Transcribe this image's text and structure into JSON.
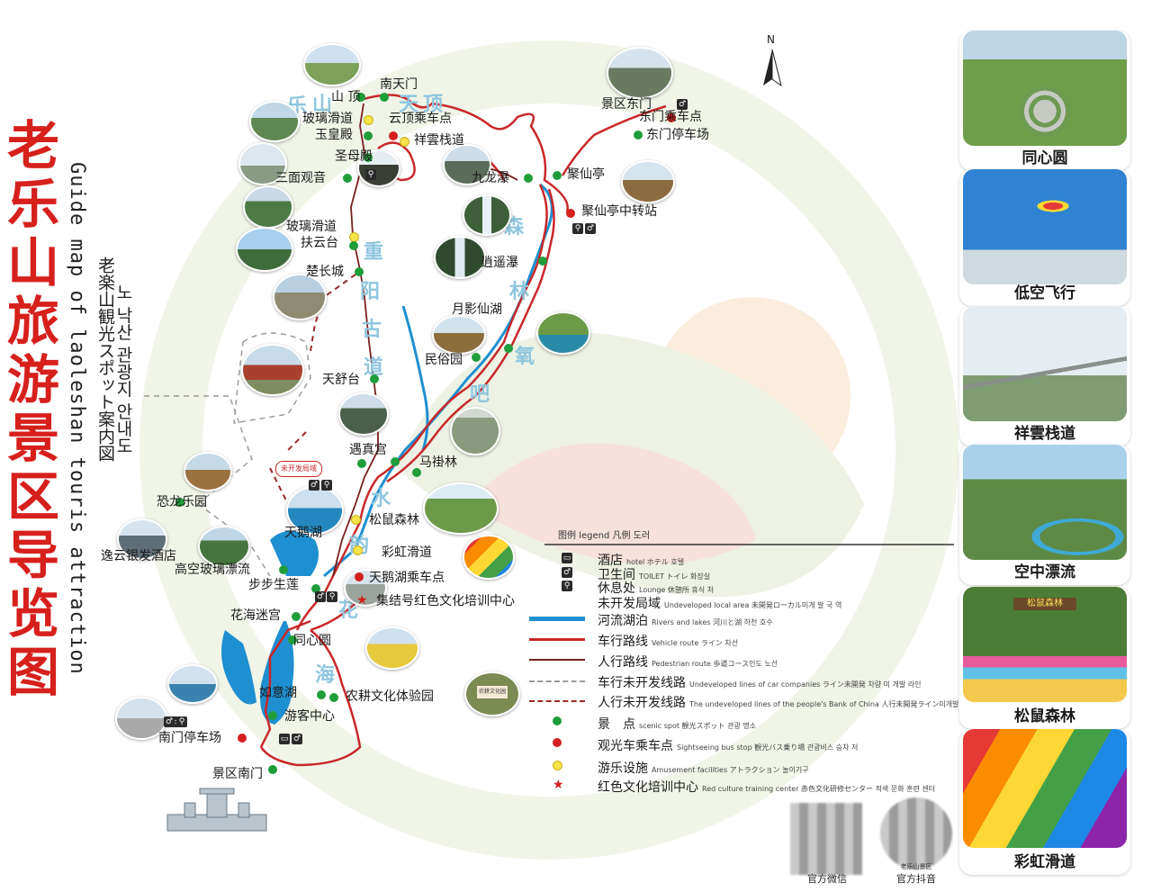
{
  "title": {
    "main": "老乐山旅游景区导览图",
    "english": "Guide map of laoleshan touris attraction",
    "japanese": "老楽山観光スポット案内図",
    "korean": "노 낙산 관광지 안내도"
  },
  "north_label": "N",
  "spots": [
    {
      "id": "nantianmen",
      "label": "南天门"
    },
    {
      "id": "shanding",
      "label": "山 顶"
    },
    {
      "id": "boli-huadao-top",
      "label": "玻璃滑道"
    },
    {
      "id": "yundingchengchedian",
      "label": "云顶乘车点"
    },
    {
      "id": "yuhuangdian",
      "label": "玉皇殿"
    },
    {
      "id": "xiangyunzhandao",
      "label": "祥雲栈道"
    },
    {
      "id": "shengmudian",
      "label": "圣母殿"
    },
    {
      "id": "sanmianguanyin",
      "label": "三面观音"
    },
    {
      "id": "jiulongpu",
      "label": "九龙瀑"
    },
    {
      "id": "juxianting",
      "label": "聚仙亭"
    },
    {
      "id": "juxianting-zhuanzhan",
      "label": "聚仙亭中转站"
    },
    {
      "id": "jingqu-dongmen",
      "label": "景区东门"
    },
    {
      "id": "dongmen-chengchedian",
      "label": "东门乘车点"
    },
    {
      "id": "dongmen-tingchechang",
      "label": "东门停车场"
    },
    {
      "id": "boli-huadao-mid",
      "label": "玻璃滑道"
    },
    {
      "id": "fuyuntai",
      "label": "扶云台"
    },
    {
      "id": "xiaoyaopu",
      "label": "逍遥瀑"
    },
    {
      "id": "chuchangcheng",
      "label": "楚长城"
    },
    {
      "id": "yueyingxianhu",
      "label": "月影仙湖"
    },
    {
      "id": "minsuyuan",
      "label": "民俗园"
    },
    {
      "id": "tianshutai",
      "label": "天舒台"
    },
    {
      "id": "yuzhengong",
      "label": "遇真宫"
    },
    {
      "id": "maguailin",
      "label": "马褂林"
    },
    {
      "id": "weikaifa-ju",
      "label": "未开发局域"
    },
    {
      "id": "konglong-leyuan",
      "label": "恐龙乐园"
    },
    {
      "id": "songshu-senlin",
      "label": "松鼠森林"
    },
    {
      "id": "tianehu",
      "label": "天鹅湖"
    },
    {
      "id": "caihong-huadao",
      "label": "彩虹滑道"
    },
    {
      "id": "yiyun-yinfa-jiudian",
      "label": "逸云银发酒店"
    },
    {
      "id": "gaokong-boli-piaoliu",
      "label": "高空玻璃漂流"
    },
    {
      "id": "tianehu-chengchedian",
      "label": "天鹅湖乘车点"
    },
    {
      "id": "bubushenglian",
      "label": "步步生莲"
    },
    {
      "id": "jijiehao",
      "label": "集结号红色文化培训中心"
    },
    {
      "id": "huahai-migong",
      "label": "花海迷宫"
    },
    {
      "id": "tongxinyuan",
      "label": "同心圆"
    },
    {
      "id": "ruyihu",
      "label": "如意湖"
    },
    {
      "id": "nonggeng",
      "label": "农耕文化体验园"
    },
    {
      "id": "youke-zhongxin",
      "label": "游客中心"
    },
    {
      "id": "nanmen-tingchechang",
      "label": "南门停车场"
    },
    {
      "id": "jingqu-nanmen",
      "label": "景区南门"
    }
  ],
  "route_words": {
    "top": [
      "乐",
      "山",
      "天",
      "顶"
    ],
    "middle": [
      "重",
      "阳",
      "古",
      "道"
    ],
    "right": [
      "森",
      "林",
      "氧",
      "吧"
    ],
    "bottom": [
      "水",
      "韵",
      "花",
      "海"
    ]
  },
  "badge_undeveloped": "未开发局域",
  "legend": {
    "title": "图例 legend 凡例 도러",
    "rows": [
      {
        "key": "hotel",
        "cn": "酒店",
        "sub": "hotel ホテル 호텔"
      },
      {
        "key": "toilet",
        "cn": "卫生间",
        "sub": "TOILET トイレ 화장실"
      },
      {
        "key": "lounge",
        "cn": "休息处",
        "sub": "Lounge 休憩所 휴식 처"
      },
      {
        "key": "undeveloped-area",
        "cn": "未开发局域",
        "sub": "Undeveloped local area 未開発ローカル미개 발 국 역"
      },
      {
        "key": "rivers",
        "cn": "河流湖泊",
        "sub": "Rivers and lakes 河川と湖 하천 호수"
      },
      {
        "key": "vehicle",
        "cn": "车行路线",
        "sub": "Vehicle route ライン 차선"
      },
      {
        "key": "pedestrian",
        "cn": "人行路线",
        "sub": "Pedestrian route 歩道コース인도 노선"
      },
      {
        "key": "undev-vehicle",
        "cn": "车行未开发线路",
        "sub": "Undeveloped lines of car companies ライン未開発 차량 미 개발 라인"
      },
      {
        "key": "undev-pedestrian",
        "cn": "人行未开发线路",
        "sub": "The undeveloped lines of the people's Bank of China 人行未開発ライン미개발 라인"
      },
      {
        "key": "scenic-spot",
        "cn": "景　点",
        "sub": "scenic spot 観光スポット 관광 명소"
      },
      {
        "key": "bus-stop",
        "cn": "观光车乘车点",
        "sub": "Sightseeing bus stop 観光バス乗り場 관광비스 승차 저"
      },
      {
        "key": "amusement",
        "cn": "游乐设施",
        "sub": "Amusement facilities アトラクション 놀이기구"
      },
      {
        "key": "red-culture",
        "cn": "红色文化培训中心",
        "sub": "Red culture training center 赤色文化研修センター 적색 문화 훈련 센터"
      }
    ]
  },
  "side_panels": [
    {
      "caption": "同心圆"
    },
    {
      "caption": "低空飞行"
    },
    {
      "caption": "祥雲栈道"
    },
    {
      "caption": "空中漂流"
    },
    {
      "caption": "松鼠森林"
    },
    {
      "caption": "彩虹滑道"
    }
  ],
  "thumb_sign_text": "农耕文化园",
  "squirrel_sign": "松鼠森林",
  "qr": {
    "wechat_label": "官方微信",
    "douyin_small": "老乐山景区",
    "douyin_label": "官方抖音"
  },
  "colors": {
    "vehicle_route": "#c8282a",
    "pedestrian_route": "#7a1f1f",
    "river": "#1e8fd0",
    "spot_green": "#1f9d3a",
    "bus_red": "#d41f1f",
    "amusement_yellow": "#f6e24a",
    "title_red": "#d6201c",
    "route_word_blue": "#8fc6df"
  }
}
